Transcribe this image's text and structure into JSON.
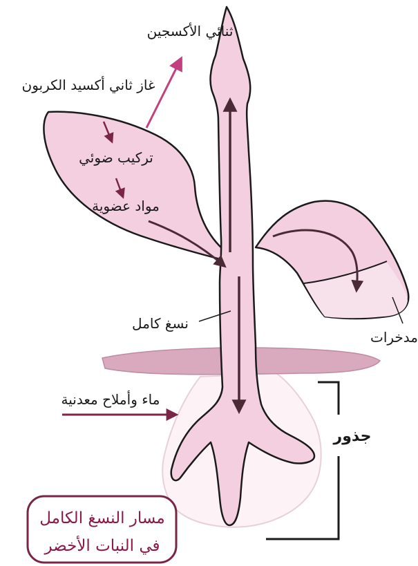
{
  "diagram": {
    "labels": {
      "oxygen": "ثنائي الأكسجين",
      "co2": "غاز ثاني أكسيد الكربون",
      "photosynthesis": "تركيب ضوئي",
      "organic_matter": "مواد عضوية",
      "phloem_sap": "نسغ كامل",
      "reserves": "مدخرات",
      "water_minerals": "ماء وأملاح معدنية",
      "roots": "جذور"
    },
    "title_box": {
      "line1": "مسار النسغ الكامل",
      "line2": "في النبات الأخضر"
    },
    "colors": {
      "plant_fill": "#f3cfe0",
      "outline": "#1a1a1a",
      "arrow_dark": "#4a2a35",
      "arrow_magenta": "#c2407e",
      "arrow_maroon": "#7a2546",
      "soil": "#d9a9be",
      "title_border": "#7a2546",
      "title_text": "#8a1a4a"
    }
  }
}
